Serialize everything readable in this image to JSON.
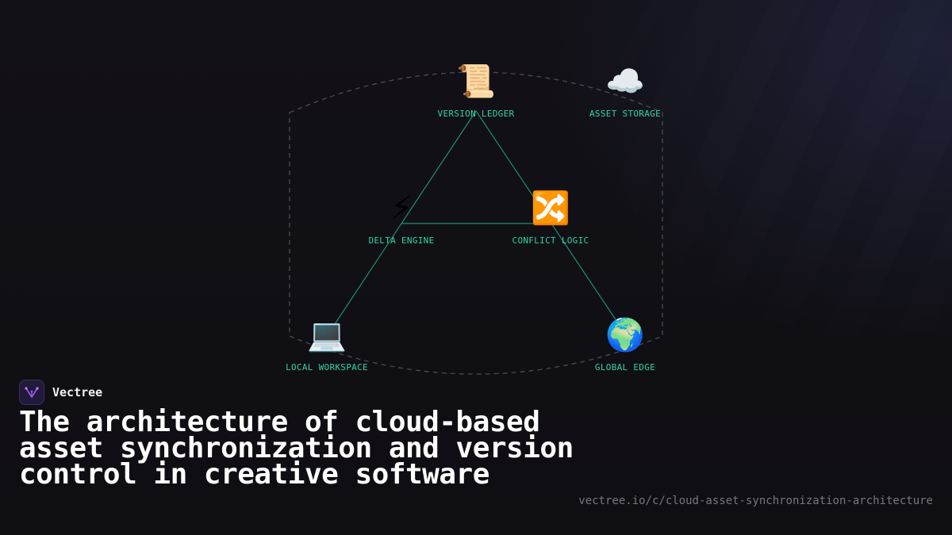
{
  "diagram": {
    "nodes": [
      {
        "id": "version-ledger",
        "label": "VERSION LEDGER",
        "icon": "📜",
        "icon_name": "scroll-icon"
      },
      {
        "id": "asset-storage",
        "label": "ASSET STORAGE",
        "icon": "☁️",
        "icon_name": "cloud-icon"
      },
      {
        "id": "delta-engine",
        "label": "DELTA ENGINE",
        "icon": "⚡",
        "icon_name": "lightning-icon"
      },
      {
        "id": "conflict-logic",
        "label": "CONFLICT LOGIC",
        "icon": "🔀",
        "icon_name": "shuffle-icon"
      },
      {
        "id": "local-workspace",
        "label": "LOCAL WORKSPACE",
        "icon": "💻",
        "icon_name": "laptop-icon"
      },
      {
        "id": "global-edge",
        "label": "GLOBAL EDGE",
        "icon": "🌍",
        "icon_name": "globe-icon"
      }
    ],
    "connections": [
      [
        "version-ledger",
        "local-workspace"
      ],
      [
        "version-ledger",
        "global-edge"
      ],
      [
        "delta-engine",
        "conflict-logic"
      ]
    ],
    "colors": {
      "label": "#2fd4a3",
      "connector": "#1f8f6e",
      "boundary": "#4a4a52"
    }
  },
  "brand": {
    "name": "Vectree",
    "logo_icon": "vectree-logo-icon",
    "accent": "#b45cf0"
  },
  "title": "The architecture of cloud-based asset synchronization and version control in creative software",
  "url": "vectree.io/c/cloud-asset-synchronization-architecture"
}
